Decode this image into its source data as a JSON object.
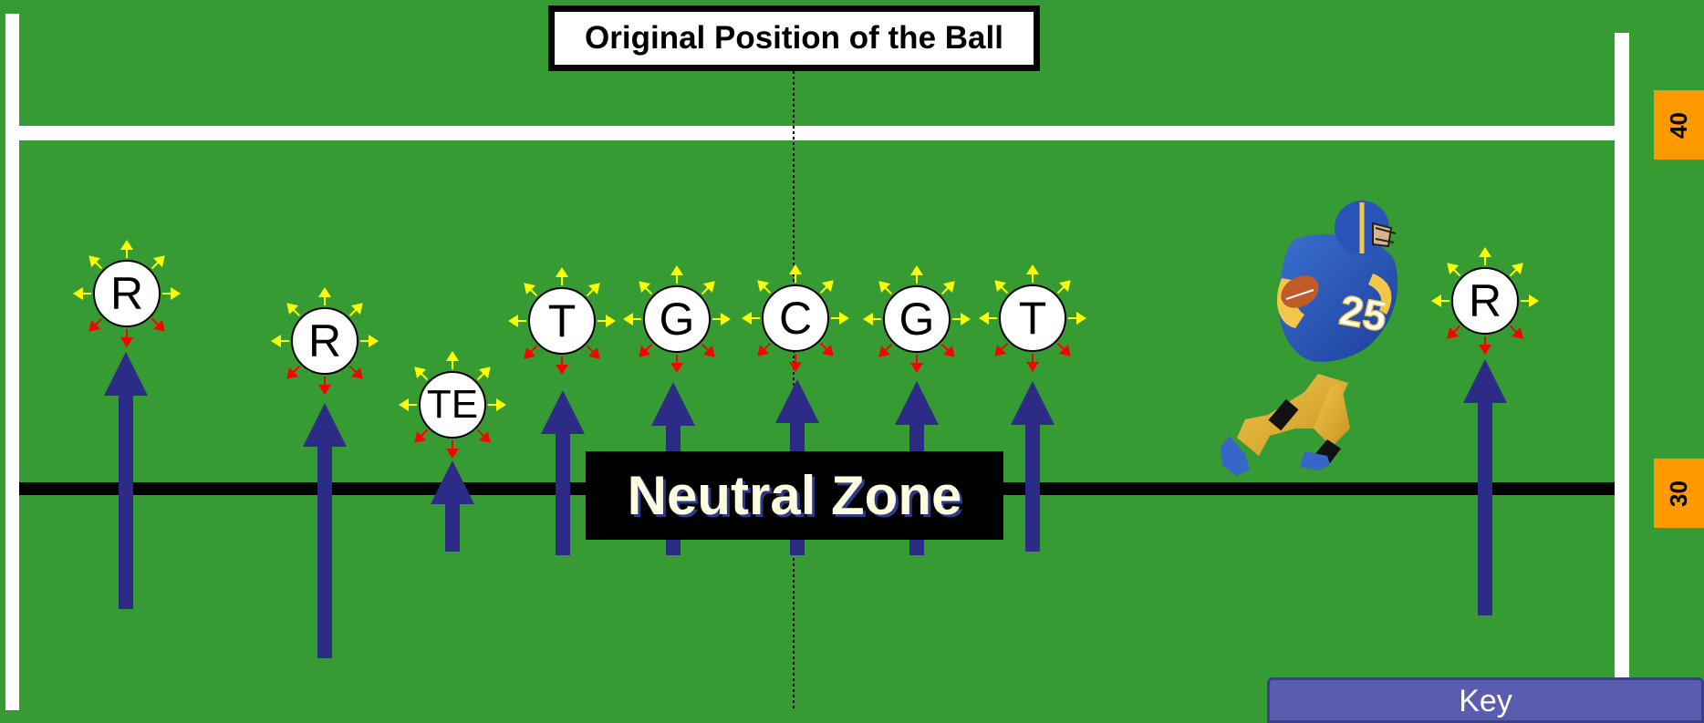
{
  "header": {
    "title": "Original Position of the Ball"
  },
  "neutral_zone": {
    "label": "Neutral Zone"
  },
  "yard_markers": [
    "40",
    "30"
  ],
  "key_panel": {
    "label": "Key"
  },
  "players": [
    {
      "id": "receiver-left-1",
      "label": "R"
    },
    {
      "id": "receiver-left-2",
      "label": "R"
    },
    {
      "id": "tight-end",
      "label": "TE"
    },
    {
      "id": "tackle-left",
      "label": "T"
    },
    {
      "id": "guard-left",
      "label": "G"
    },
    {
      "id": "center",
      "label": "C"
    },
    {
      "id": "guard-right",
      "label": "G"
    },
    {
      "id": "tackle-right",
      "label": "T"
    },
    {
      "id": "receiver-right",
      "label": "R"
    }
  ],
  "runner": {
    "jersey_number": "25"
  },
  "colors": {
    "field": "#379b34",
    "arrow": "#2c2c86",
    "move_arrow_ok": "#ffff00",
    "move_arrow_no": "#ff0000",
    "yard_marker": "#ff9900"
  }
}
